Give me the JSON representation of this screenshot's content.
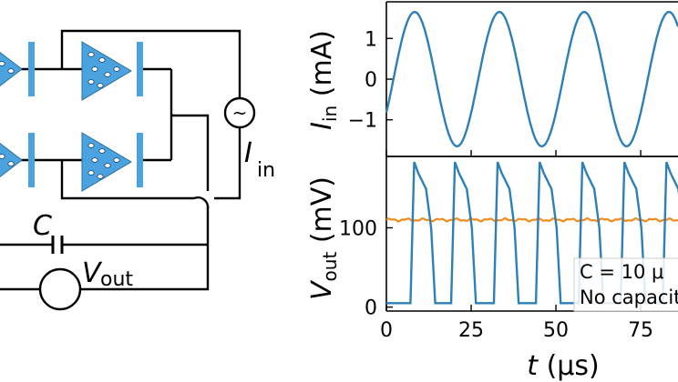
{
  "circuit": {
    "capacitor_label": "C",
    "vout_label": "V",
    "vout_sub": "out",
    "iin_label": "I",
    "iin_sub": "in",
    "source_symbol": "~"
  },
  "colors": {
    "wire": "#000000",
    "electrode": "#4aa3df",
    "element": "#4aa3df",
    "signal_blue": "#2d7fb8",
    "signal_orange": "#f28a1c"
  },
  "chart_data": [
    {
      "type": "line",
      "ylabel_main": "I",
      "ylabel_sub": "in",
      "ylabel_unit": " (mA)",
      "yticks": [
        1,
        0,
        -1
      ],
      "ytick_labels": [
        "1",
        "0",
        "−1"
      ],
      "ylim": [
        -1.9,
        1.9
      ],
      "xlim": [
        0,
        86
      ],
      "series": [
        {
          "amplitude": 1.65,
          "period": 25,
          "phase_deg": -30,
          "color": "#2d7fb8"
        }
      ]
    },
    {
      "type": "line",
      "ylabel_main": "V",
      "ylabel_sub": "out",
      "ylabel_unit": " (mV)",
      "yticks": [
        100,
        0
      ],
      "ytick_labels": [
        "100",
        "0"
      ],
      "ylim": [
        -5,
        190
      ],
      "xlim": [
        0,
        86
      ],
      "xticks": [
        0,
        25,
        50,
        75
      ],
      "xtick_labels": [
        "0",
        "25",
        "50",
        "75"
      ],
      "xlabel_main": "t",
      "xlabel_unit": " (μs)",
      "legend_position": "bottom-right",
      "series": [
        {
          "name": "C =  10 μ",
          "level": 110,
          "color": "#f28a1c"
        },
        {
          "name": "No capacit",
          "peak": 183,
          "low": 5,
          "period": 12.5,
          "color": "#2d7fb8"
        }
      ]
    }
  ]
}
